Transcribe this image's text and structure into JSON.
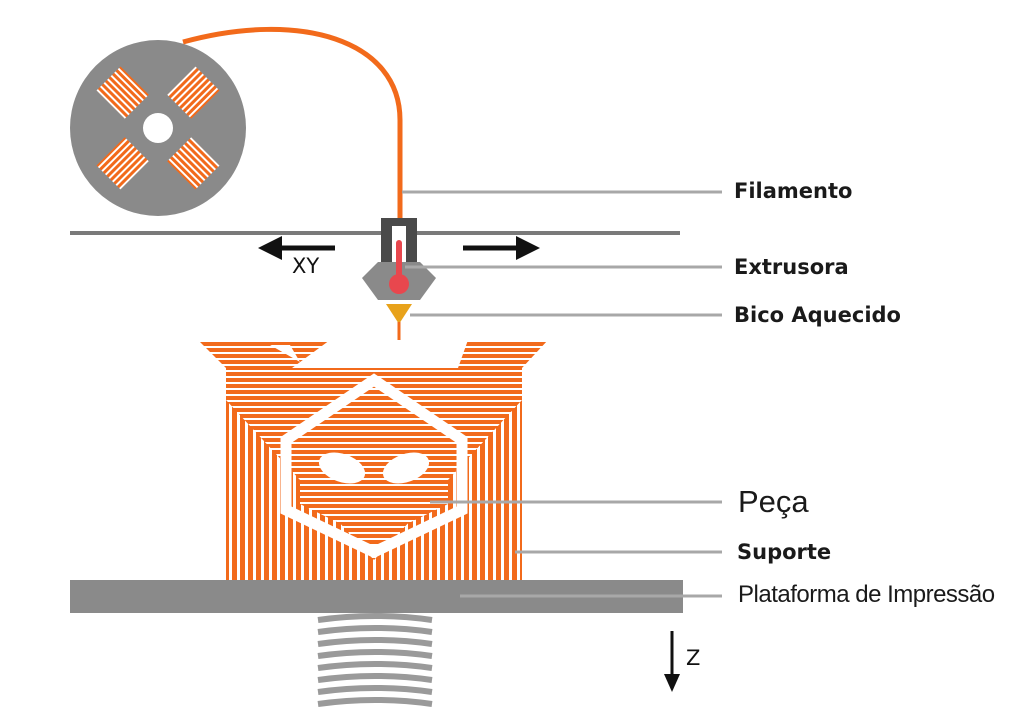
{
  "labels": {
    "filamento": "Filamento",
    "extrusora": "Extrusora",
    "bico": "Bico Aquecido",
    "peca": "Peça",
    "suporte": "Suporte",
    "plataforma": "Plataforma de Impressão"
  },
  "axes": {
    "xy": "XY",
    "z": "Z"
  },
  "colors": {
    "filament": "#f26a1b",
    "machine_gray": "#8a8a8a",
    "leader_gray": "#a8a8a8",
    "extruder_dark": "#4a4a4a",
    "nozzle_gold": "#e8a21a",
    "thermo_red": "#e8474e"
  }
}
